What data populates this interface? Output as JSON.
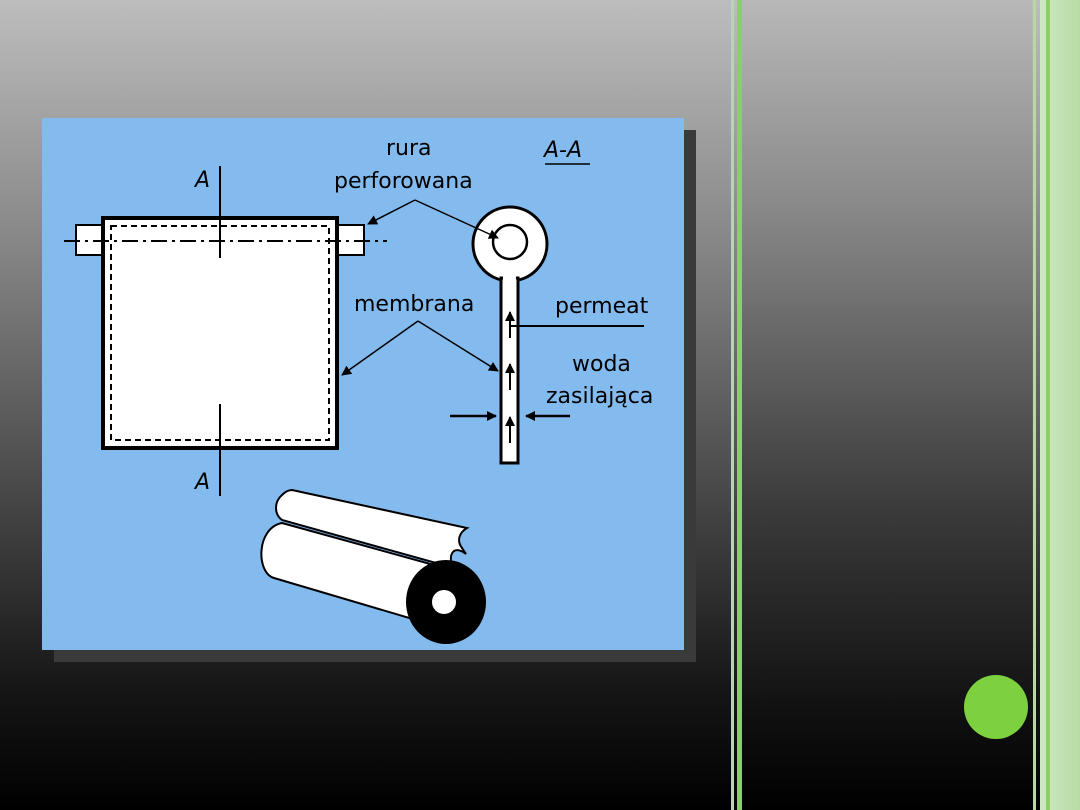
{
  "diagram": {
    "labels": {
      "section_top": "A",
      "section_bottom": "A",
      "section_title": "A-A",
      "rura_line1": "rura",
      "rura_line2": "perforowana",
      "membrana": "membrana",
      "permeat": "permeat",
      "woda_line1": "woda",
      "woda_line2": "zasilająca"
    }
  },
  "colors": {
    "diagram_background": "#84bbef",
    "accent_green": "#7dd13f"
  }
}
